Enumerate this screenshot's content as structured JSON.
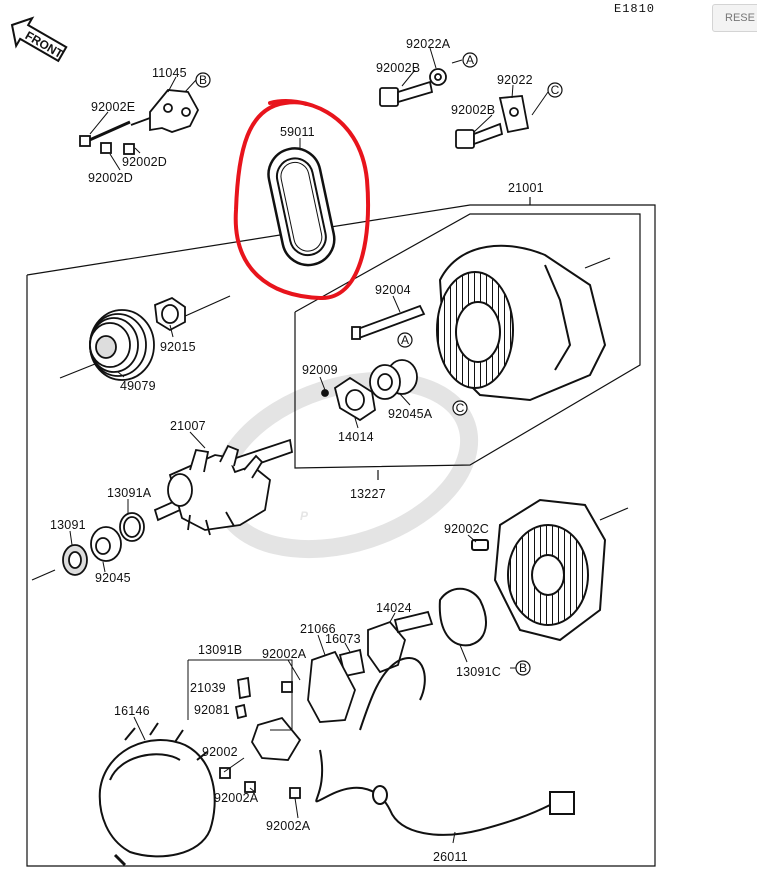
{
  "header": {
    "page_code": "E1810",
    "reset_label": "RESE"
  },
  "front_label": "FRONT",
  "watermark_letter": "P",
  "callout_letters": {
    "a": "A",
    "b": "B",
    "c": "C"
  },
  "parts": {
    "p11045": "11045",
    "p92002E": "92002E",
    "p92002D_1": "92002D",
    "p92002D_2": "92002D",
    "p59011": "59011",
    "p92022A": "92022A",
    "p92002B_1": "92002B",
    "p92022": "92022",
    "p92002B_2": "92002B",
    "p21001": "21001",
    "p92004": "92004",
    "p92015": "92015",
    "p49079": "49079",
    "p92009": "92009",
    "p92045A": "92045A",
    "p14014": "14014",
    "p21007": "21007",
    "p13227": "13227",
    "p13091A": "13091A",
    "p13091": "13091",
    "p92045": "92045",
    "p92002C": "92002C",
    "p14024": "14024",
    "p21066": "21066",
    "p16073": "16073",
    "p13091B": "13091B",
    "p92002A_1": "92002A",
    "p21039": "21039",
    "p92081": "92081",
    "p13091C": "13091C",
    "p16146": "16146",
    "p92002": "92002",
    "p92002A_2": "92002A",
    "p92002A_3": "92002A",
    "p26011": "26011"
  },
  "colors": {
    "highlight": "#e8141c",
    "ink": "#111111",
    "watermark": "#dedede"
  }
}
